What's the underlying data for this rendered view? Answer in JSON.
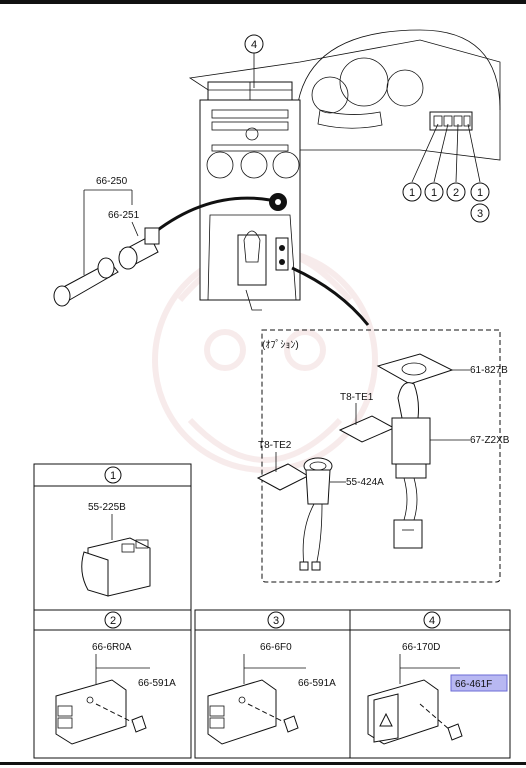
{
  "dashboard": {
    "callout_top": "4",
    "switch_callouts": [
      "1",
      "1",
      "2",
      "1",
      "3"
    ]
  },
  "lighter": {
    "label_outer": "66-250",
    "label_inner": "66-251"
  },
  "option_box": {
    "title": "(ｵﾌﾟｼｮﾝ)",
    "parts": {
      "plate": "61-827B",
      "tape1": "T8-TE1",
      "toggle": "67-Z2XB",
      "tape2": "T8-TE2",
      "socket": "55-424A"
    }
  },
  "panels": {
    "p1": {
      "number": "1",
      "part": "55-225B"
    },
    "p2": {
      "number": "2",
      "part": "66-6R0A",
      "screw": "66-591A"
    },
    "p3": {
      "number": "3",
      "part": "66-6F0",
      "screw": "66-591A"
    },
    "p4": {
      "number": "4",
      "part": "66-170D",
      "screw": "66-461F"
    }
  },
  "colors": {
    "line": "#111111",
    "highlight": "#b8b8f2",
    "watermark": "#f1dcdc"
  }
}
